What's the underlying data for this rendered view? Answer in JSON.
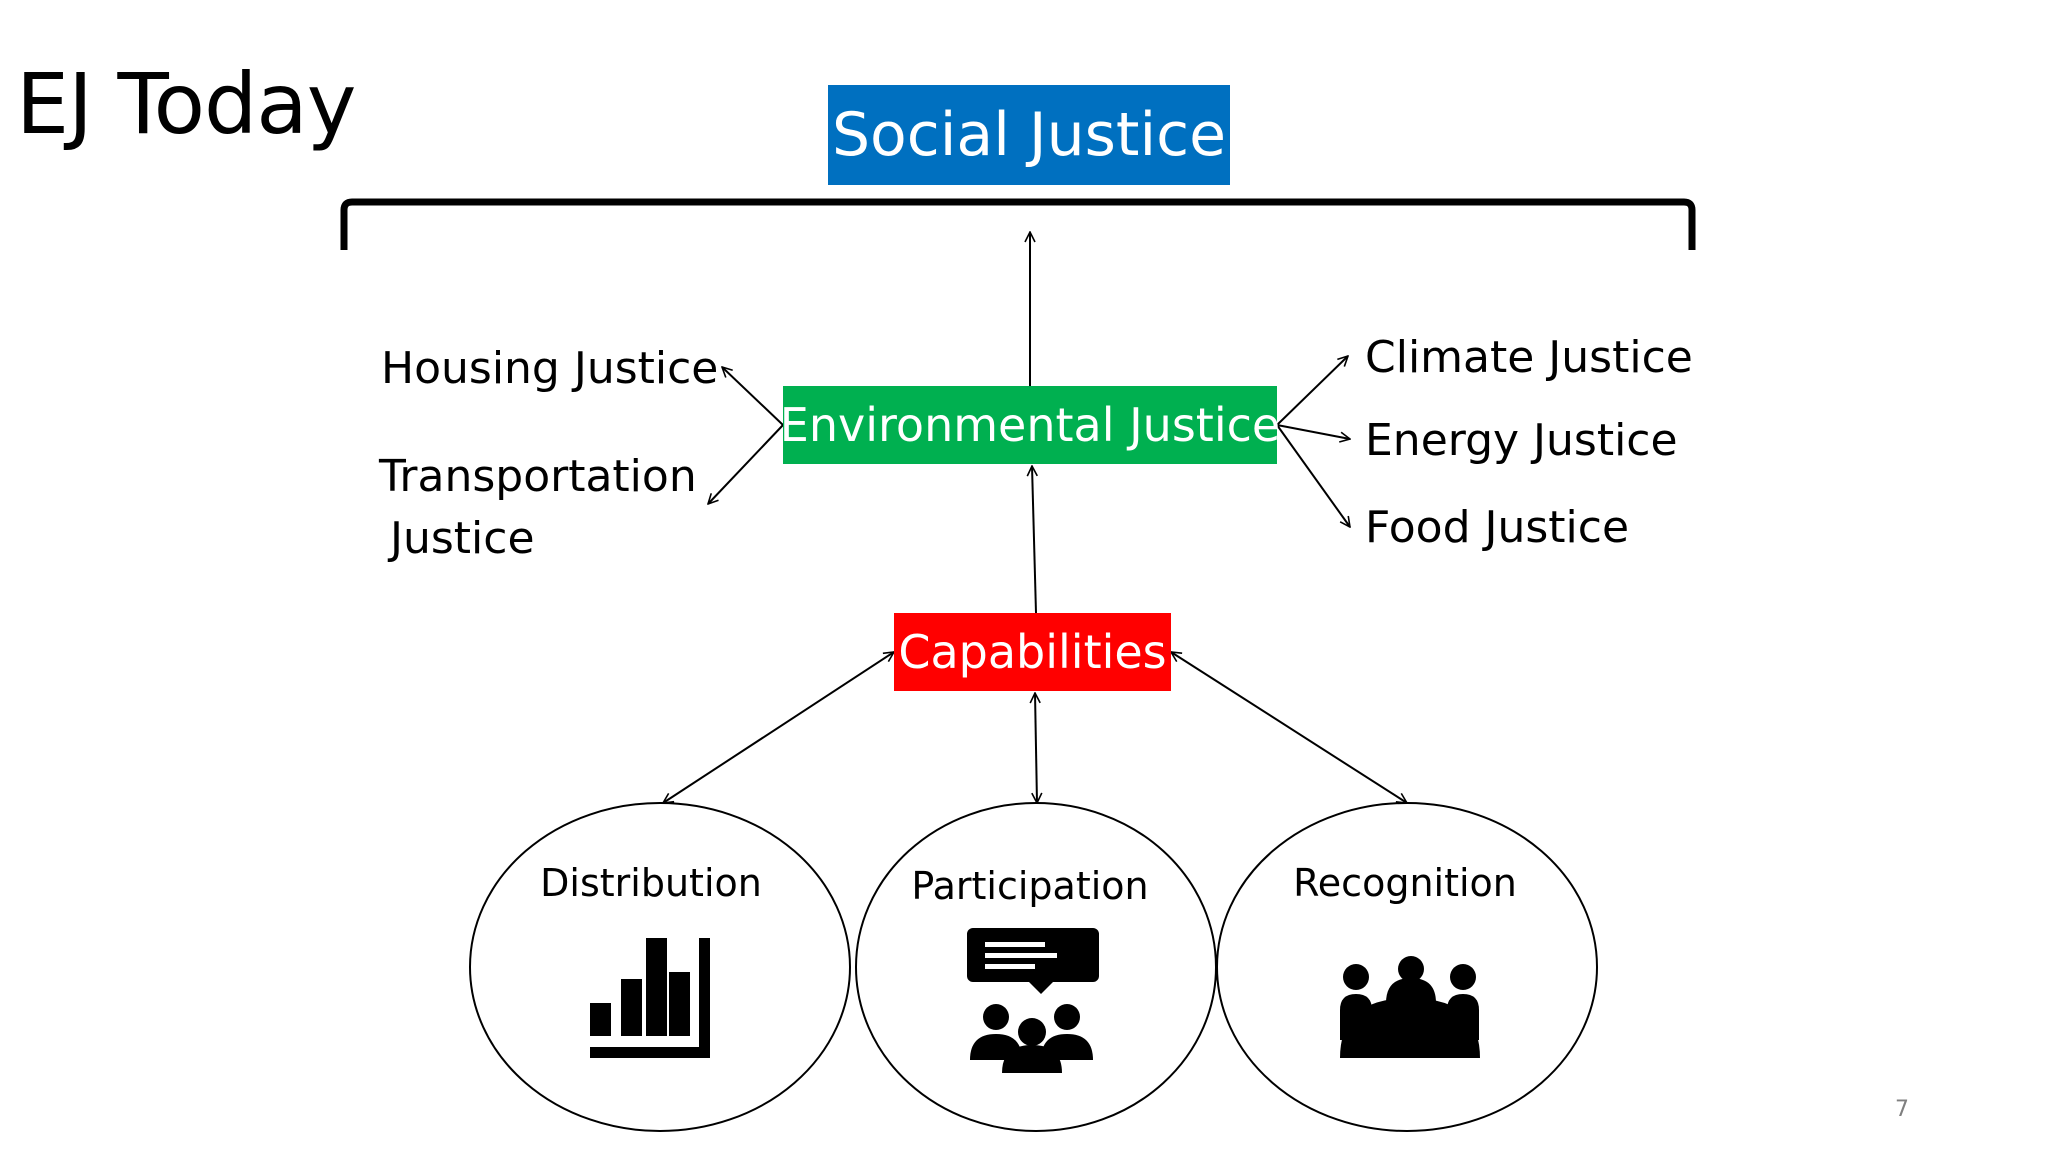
{
  "slide": {
    "title": "EJ Today",
    "page_number": "7"
  },
  "nodes": {
    "social_justice": {
      "label": "Social Justice",
      "color": "#0070C0"
    },
    "environmental_justice": {
      "label": "Environmental Justice",
      "color": "#00B050"
    },
    "capabilities": {
      "label": "Capabilities",
      "color": "#FF0000"
    }
  },
  "branches": {
    "housing": "Housing Justice",
    "transportation_line1": "Transportation",
    "transportation_line2": "Justice",
    "climate": "Climate Justice",
    "energy": "Energy Justice",
    "food": "Food Justice"
  },
  "pillars": [
    {
      "label": "Distribution",
      "icon": "bar-chart-icon"
    },
    {
      "label": "Participation",
      "icon": "discussion-group-icon"
    },
    {
      "label": "Recognition",
      "icon": "meeting-table-icon"
    }
  ],
  "colors": {
    "stroke": "#000000",
    "text": "#000000",
    "slide_number": "#7F7F7F"
  }
}
